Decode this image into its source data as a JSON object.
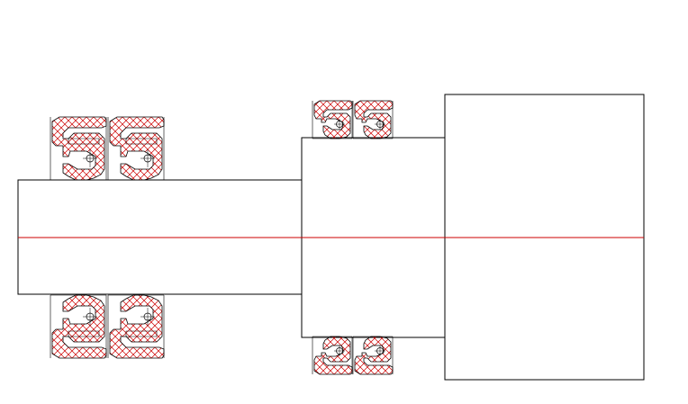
{
  "drawing": {
    "outline_color": "#000000",
    "hatch_color": "#cc0000",
    "centerline_color": "#cc0000",
    "background": "#ffffff"
  },
  "components": {
    "shaft_segments": [
      "small-shaft",
      "middle-shaft",
      "large-housing"
    ],
    "seal_pairs": [
      "left-seal-pair-top",
      "left-seal-pair-bottom",
      "right-seal-pair-top",
      "right-seal-pair-bottom"
    ]
  }
}
